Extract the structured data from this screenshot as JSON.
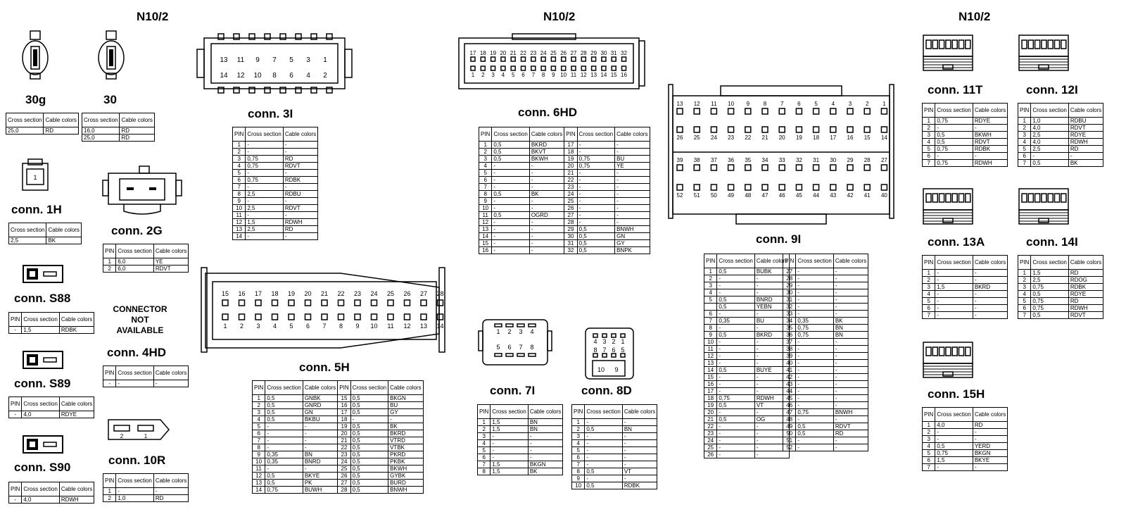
{
  "titles": {
    "left": "N10/2",
    "middle": "N10/2",
    "right": "N10/2"
  },
  "headers": {
    "pin": "PIN",
    "cross": "Cross section",
    "cable": "Cable colors"
  },
  "connectors": {
    "c30g": {
      "label": "30g",
      "rows": [
        [
          "25,0",
          "RD"
        ]
      ]
    },
    "c30": {
      "label": "30",
      "rows": [
        [
          "16,0",
          "RD"
        ],
        [
          "25,0",
          "RD"
        ]
      ]
    },
    "c1H": {
      "label": "conn. 1H",
      "pin_label": "1",
      "rows": [
        [
          "2,5",
          "BK"
        ]
      ]
    },
    "c2G": {
      "label": "conn. 2G",
      "rows": [
        [
          "1",
          "6,0",
          "YE"
        ],
        [
          "2",
          "6,0",
          "RDVT"
        ]
      ]
    },
    "cS88": {
      "label": "conn. S88",
      "rows": [
        [
          "-",
          "1,5",
          "RDBK"
        ]
      ]
    },
    "c4HD": {
      "label": "conn. 4HD",
      "not_available": "CONNECTOR NOT AVAILABLE",
      "rows": [
        [
          "-",
          "-",
          "-"
        ]
      ]
    },
    "cS89": {
      "label": "conn. S89",
      "rows": [
        [
          "-",
          "4,0",
          "RDYE"
        ]
      ]
    },
    "c10R": {
      "label": "conn. 10R",
      "pins": [
        "2",
        "1"
      ],
      "rows": [
        [
          "1",
          "-",
          "-"
        ],
        [
          "2",
          "1,0",
          "RD"
        ]
      ]
    },
    "cS90": {
      "label": "conn. S90",
      "rows": [
        [
          "-",
          "4,0",
          "RDWH"
        ]
      ]
    },
    "c3I": {
      "label": "conn. 3I",
      "top_pins": [
        "13",
        "11",
        "9",
        "7",
        "5",
        "3",
        "1"
      ],
      "bottom_pins": [
        "14",
        "12",
        "10",
        "8",
        "6",
        "4",
        "2"
      ],
      "rows": [
        [
          "1",
          "-",
          "-"
        ],
        [
          "2",
          "-",
          "-"
        ],
        [
          "3",
          "0,75",
          "RD"
        ],
        [
          "4",
          "0,75",
          "RDVT"
        ],
        [
          "5",
          "-",
          "-"
        ],
        [
          "6",
          "0,75",
          "RDBK"
        ],
        [
          "7",
          "-",
          "-"
        ],
        [
          "8",
          "2,5",
          "RDBU"
        ],
        [
          "9",
          "-",
          "-"
        ],
        [
          "10",
          "2,5",
          "RDVT"
        ],
        [
          "11",
          "-",
          "-"
        ],
        [
          "12",
          "1,5",
          "RDWH"
        ],
        [
          "13",
          "2,5",
          "RD"
        ],
        [
          "14",
          "-",
          "-"
        ]
      ]
    },
    "c5H": {
      "label": "conn. 5H",
      "top_pins": [
        "15",
        "16",
        "17",
        "18",
        "19",
        "20",
        "21",
        "22",
        "23",
        "24",
        "25",
        "26",
        "27",
        "28"
      ],
      "bottom_pins": [
        "1",
        "2",
        "3",
        "4",
        "5",
        "6",
        "7",
        "8",
        "9",
        "10",
        "11",
        "12",
        "13",
        "14"
      ],
      "rows": [
        [
          "1",
          "0,5",
          "GNBK",
          "15",
          "0,5",
          "BKGN"
        ],
        [
          "2",
          "0,5",
          "GNRD",
          "16",
          "0,5",
          "BU"
        ],
        [
          "3",
          "0,5",
          "GN",
          "17",
          "0,5",
          "GY"
        ],
        [
          "4",
          "0,5",
          "BKBU",
          "18",
          "-",
          "-"
        ],
        [
          "5",
          "-",
          "-",
          "19",
          "0,5",
          "BK"
        ],
        [
          "6",
          "-",
          "-",
          "20",
          "0,5",
          "BKRD"
        ],
        [
          "7",
          "-",
          "-",
          "21",
          "0,5",
          "VTRD"
        ],
        [
          "8",
          "-",
          "-",
          "22",
          "0,5",
          "VTBK"
        ],
        [
          "9",
          "0,35",
          "BN",
          "23",
          "0,5",
          "PKRD"
        ],
        [
          "10",
          "0,35",
          "BNRD",
          "24",
          "0,5",
          "PKBK"
        ],
        [
          "11",
          "-",
          "-",
          "25",
          "0,5",
          "BKWH"
        ],
        [
          "12",
          "0,5",
          "BKYE",
          "26",
          "0,5",
          "GYBK"
        ],
        [
          "13",
          "0,5",
          "PK",
          "27",
          "0,5",
          "BURD"
        ],
        [
          "14",
          "0,75",
          "BUWH",
          "28",
          "0,5",
          "BNWH"
        ]
      ]
    },
    "c6HD": {
      "label": "conn. 6HD",
      "top_pins": [
        "17",
        "18",
        "19",
        "20",
        "21",
        "22",
        "23",
        "24",
        "25",
        "26",
        "27",
        "28",
        "29",
        "30",
        "31",
        "32"
      ],
      "bottom_pins": [
        "1",
        "2",
        "3",
        "4",
        "5",
        "6",
        "7",
        "8",
        "9",
        "10",
        "11",
        "12",
        "13",
        "14",
        "15",
        "16"
      ],
      "rows": [
        [
          "1",
          "0,5",
          "BKRD",
          "17",
          "-",
          "-"
        ],
        [
          "2",
          "0,5",
          "BKVT",
          "18",
          "-",
          "-"
        ],
        [
          "3",
          "0,5",
          "BKWH",
          "19",
          "0,75",
          "BU"
        ],
        [
          "4",
          "-",
          "-",
          "20",
          "0,75",
          "YE"
        ],
        [
          "5",
          "-",
          "-",
          "21",
          "-",
          "-"
        ],
        [
          "6",
          "-",
          "-",
          "22",
          "-",
          "-"
        ],
        [
          "7",
          "-",
          "-",
          "23",
          "-",
          "-"
        ],
        [
          "8",
          "0,5",
          "BK",
          "24",
          "-",
          "-"
        ],
        [
          "9",
          "-",
          "-",
          "25",
          "-",
          "-"
        ],
        [
          "10",
          "-",
          "-",
          "26",
          "-",
          "-"
        ],
        [
          "11",
          "0,5",
          "OGRD",
          "27",
          "-",
          "-"
        ],
        [
          "12",
          "-",
          "-",
          "28",
          "-",
          "-"
        ],
        [
          "13",
          "-",
          "-",
          "29",
          "0,5",
          "BNWH"
        ],
        [
          "14",
          "-",
          "-",
          "30",
          "0,5",
          "GN"
        ],
        [
          "15",
          "-",
          "-",
          "31",
          "0,5",
          "GY"
        ],
        [
          "16",
          "-",
          "-",
          "32",
          "0,5",
          "BNPK"
        ]
      ]
    },
    "c7I": {
      "label": "conn. 7I",
      "top_pins": [
        "1",
        "2",
        "3",
        "4"
      ],
      "bottom_pins": [
        "5",
        "6",
        "7",
        "8"
      ],
      "rows": [
        [
          "1",
          "1,5",
          "BN"
        ],
        [
          "2",
          "1,5",
          "BN"
        ],
        [
          "3",
          "-",
          "-"
        ],
        [
          "4",
          "-",
          "-"
        ],
        [
          "5",
          "-",
          "-"
        ],
        [
          "6",
          "-",
          "-"
        ],
        [
          "7",
          "1,5",
          "BKGN"
        ],
        [
          "8",
          "1,5",
          "BK"
        ]
      ]
    },
    "c8D": {
      "label": "conn. 8D",
      "top_pins": [
        "4",
        "3",
        "2",
        "1"
      ],
      "mid_pins": [
        "8",
        "7",
        "6",
        "5"
      ],
      "bottom_pins": [
        "10",
        "9"
      ],
      "rows": [
        [
          "1",
          "-",
          "-"
        ],
        [
          "2",
          "0,5",
          "BN"
        ],
        [
          "3",
          "-",
          "-"
        ],
        [
          "4",
          "-",
          "-"
        ],
        [
          "5",
          "-",
          "-"
        ],
        [
          "6",
          "-",
          "-"
        ],
        [
          "7",
          "-",
          "-"
        ],
        [
          "8",
          "0,5",
          "VT"
        ],
        [
          "9",
          "-",
          "-"
        ],
        [
          "10",
          "0,5",
          "RDBK"
        ]
      ]
    },
    "c9I": {
      "label": "conn. 9I",
      "row1": [
        "13",
        "12",
        "11",
        "10",
        "9",
        "8",
        "7",
        "6",
        "5",
        "4",
        "3",
        "2",
        "1"
      ],
      "row2": [
        "26",
        "25",
        "24",
        "23",
        "22",
        "21",
        "20",
        "19",
        "18",
        "17",
        "16",
        "15",
        "14"
      ],
      "row3": [
        "39",
        "38",
        "37",
        "36",
        "35",
        "34",
        "33",
        "32",
        "31",
        "30",
        "29",
        "28",
        "27"
      ],
      "row4": [
        "52",
        "51",
        "50",
        "49",
        "48",
        "47",
        "46",
        "45",
        "44",
        "43",
        "42",
        "41",
        "40"
      ],
      "left": [
        [
          "1",
          "0,5",
          "BUBK"
        ],
        [
          "2",
          "-",
          "-"
        ],
        [
          "3",
          "-",
          "-"
        ],
        [
          "4",
          "-",
          "-"
        ],
        [
          "5",
          "0,5",
          "BNRD"
        ],
        [
          "",
          "0,5",
          "YEBN"
        ],
        [
          "6",
          "-",
          "-"
        ],
        [
          "7",
          "0,35",
          "BU"
        ],
        [
          "8",
          "-",
          "-"
        ],
        [
          "9",
          "0,5",
          "BKRD"
        ],
        [
          "10",
          "-",
          "-"
        ],
        [
          "11",
          "-",
          "-"
        ],
        [
          "12",
          "-",
          "-"
        ],
        [
          "13",
          "-",
          "-"
        ],
        [
          "14",
          "0,5",
          "BUYE"
        ],
        [
          "15",
          "-",
          "-"
        ],
        [
          "16",
          "-",
          "-"
        ],
        [
          "17",
          "-",
          "-"
        ],
        [
          "18",
          "0,75",
          "RDWH"
        ],
        [
          "19",
          "0,5",
          "VT"
        ],
        [
          "20",
          "-",
          "-"
        ],
        [
          "21",
          "0,5",
          "OG"
        ],
        [
          "22",
          "-",
          "-"
        ],
        [
          "23",
          "-",
          "-"
        ],
        [
          "24",
          "-",
          "-"
        ],
        [
          "25",
          "-",
          "-"
        ],
        [
          "26",
          "-",
          "-"
        ]
      ],
      "right": [
        [
          "27",
          "-",
          "-"
        ],
        [
          "28",
          "-",
          "-"
        ],
        [
          "29",
          "-",
          "-"
        ],
        [
          "30",
          "-",
          "-"
        ],
        [
          "31",
          "-",
          "-"
        ],
        [
          "32",
          "-",
          "-"
        ],
        [
          "33",
          "-",
          "-"
        ],
        [
          "34",
          "0,35",
          "BK"
        ],
        [
          "35",
          "0,75",
          "BN"
        ],
        [
          "36",
          "0,75",
          "BN"
        ],
        [
          "37",
          "-",
          "-"
        ],
        [
          "38",
          "-",
          "-"
        ],
        [
          "39",
          "-",
          "-"
        ],
        [
          "40",
          "-",
          "-"
        ],
        [
          "41",
          "-",
          "-"
        ],
        [
          "42",
          "-",
          "-"
        ],
        [
          "43",
          "-",
          "-"
        ],
        [
          "44",
          "-",
          "-"
        ],
        [
          "45",
          "-",
          "-"
        ],
        [
          "46",
          "-",
          "-"
        ],
        [
          "47",
          "0,75",
          "BNWH"
        ],
        [
          "48",
          "-",
          "-"
        ],
        [
          "49",
          "0,5",
          "RDVT"
        ],
        [
          "50",
          "0,5",
          "RD"
        ],
        [
          "51",
          "-",
          "-"
        ],
        [
          "52",
          "-",
          "-"
        ]
      ]
    },
    "c11T": {
      "label": "conn. 11T",
      "rows": [
        [
          "1",
          "0,75",
          "RDYE"
        ],
        [
          "2",
          "-",
          "-"
        ],
        [
          "3",
          "0,5",
          "BKWH"
        ],
        [
          "4",
          "0,5",
          "RDVT"
        ],
        [
          "5",
          "0,75",
          "RDBK"
        ],
        [
          "6",
          "-",
          "-"
        ],
        [
          "7",
          "0,75",
          "RDWH"
        ]
      ]
    },
    "c12I": {
      "label": "conn. 12I",
      "rows": [
        [
          "1",
          "1,0",
          "RDBU"
        ],
        [
          "2",
          "4,0",
          "RDVT"
        ],
        [
          "3",
          "2,5",
          "RDYE"
        ],
        [
          "4",
          "4,0",
          "RDWH"
        ],
        [
          "5",
          "2,5",
          "RD"
        ],
        [
          "6",
          "-",
          "-"
        ],
        [
          "7",
          "0,5",
          "BK"
        ]
      ]
    },
    "c13A": {
      "label": "conn. 13A",
      "rows": [
        [
          "1",
          "-",
          "-"
        ],
        [
          "2",
          "-",
          "-"
        ],
        [
          "3",
          "1,5",
          "BKRD"
        ],
        [
          "4",
          "-",
          "-"
        ],
        [
          "5",
          "-",
          "-"
        ],
        [
          "6",
          "-",
          "-"
        ],
        [
          "7",
          "-",
          "-"
        ]
      ]
    },
    "c14I": {
      "label": "conn. 14I",
      "rows": [
        [
          "1",
          "1,5",
          "RD"
        ],
        [
          "2",
          "2,5",
          "RDOG"
        ],
        [
          "3",
          "0,75",
          "RDBK"
        ],
        [
          "4",
          "0,5",
          "RDYE"
        ],
        [
          "5",
          "0,75",
          "RD"
        ],
        [
          "6",
          "0,75",
          "RDWH"
        ],
        [
          "7",
          "0,5",
          "RDVT"
        ]
      ]
    },
    "c15H": {
      "label": "conn. 15H",
      "rows": [
        [
          "1",
          "4,0",
          "RD"
        ],
        [
          "2",
          "-",
          "-"
        ],
        [
          "3",
          "-",
          "-"
        ],
        [
          "4",
          "0,5",
          "YERD"
        ],
        [
          "5",
          "0,75",
          "BKGN"
        ],
        [
          "6",
          "1,5",
          "BKYE"
        ],
        [
          "7",
          "-",
          "-"
        ]
      ]
    }
  }
}
